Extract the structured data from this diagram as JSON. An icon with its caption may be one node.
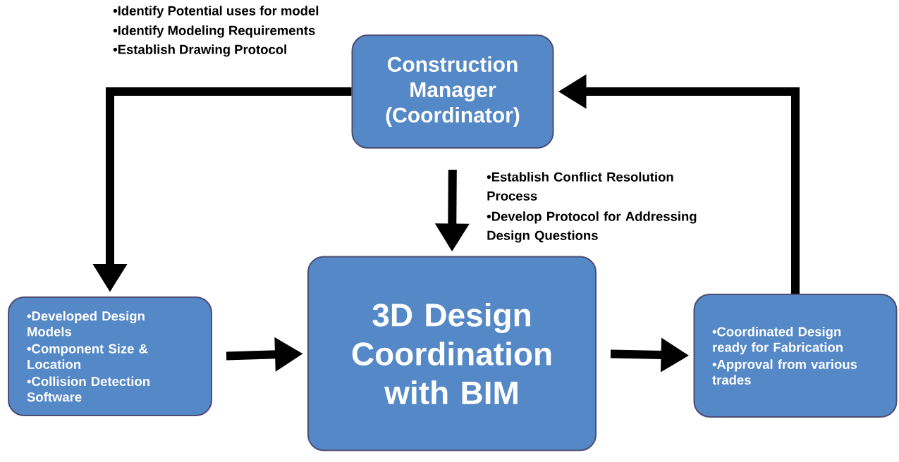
{
  "diagram": {
    "nodes": [
      {
        "text": [
          "Construction Manager (Coordinator)"
        ]
      },
      {
        "text": [
          "•Developed Design Models",
          "•Component Size & Location",
          "•Collision Detection Software"
        ]
      },
      {
        "text": [
          "3D Design Coordination with BIM"
        ]
      },
      {
        "text": [
          "•Coordinated Design ready for Fabrication",
          "•Approval from various trades"
        ]
      }
    ],
    "edges": [
      {
        "from": 0,
        "to": 1,
        "arrow": "to"
      },
      {
        "from": 0,
        "to": 2,
        "arrow": "to"
      },
      {
        "from": 1,
        "to": 2,
        "arrow": "to"
      },
      {
        "from": 2,
        "to": 3,
        "arrow": "to"
      },
      {
        "from": 3,
        "to": 0,
        "arrow": "to"
      }
    ],
    "labels": [
      "•Identify Potential uses for model",
      "•Identify Modeling Requirements",
      "•Establish Drawing Protocol",
      "•Establish Conflict Resolution Process",
      "•Develop Protocol for Addressing Design Questions"
    ]
  }
}
